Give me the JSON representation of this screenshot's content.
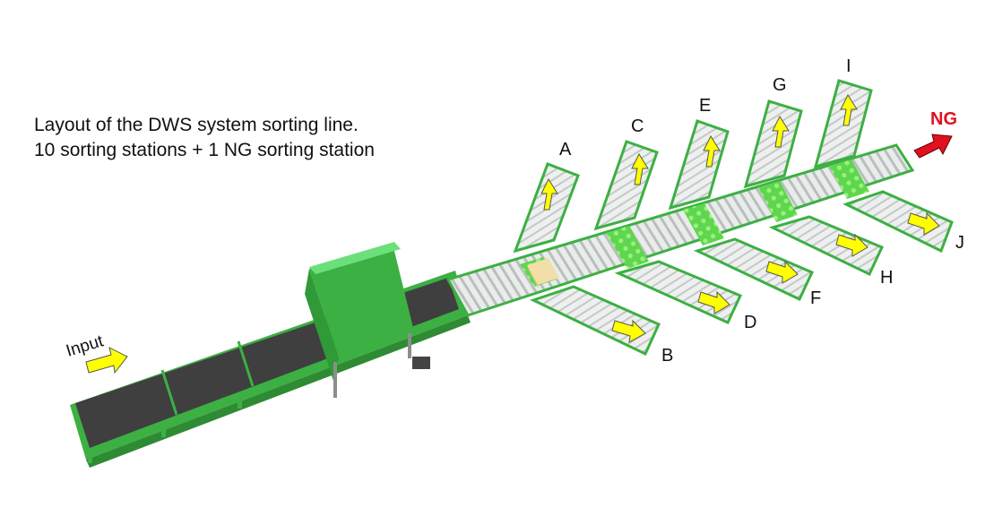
{
  "caption": {
    "line1": "Layout of the DWS system sorting line.",
    "line2": "10 sorting stations + 1 NG  sorting station"
  },
  "input_label": "Input",
  "ng_label": "NG",
  "stations": {
    "top": [
      "A",
      "C",
      "E",
      "G",
      "I"
    ],
    "bottom": [
      "B",
      "D",
      "F",
      "H",
      "J"
    ]
  },
  "colors": {
    "frame_green": "#3cb043",
    "hood_green": "#46d65a",
    "belt": "#3f3f3f",
    "roller": "#dfe3e2",
    "arrow": "#ffff00",
    "ng_arrow": "#e01020"
  }
}
